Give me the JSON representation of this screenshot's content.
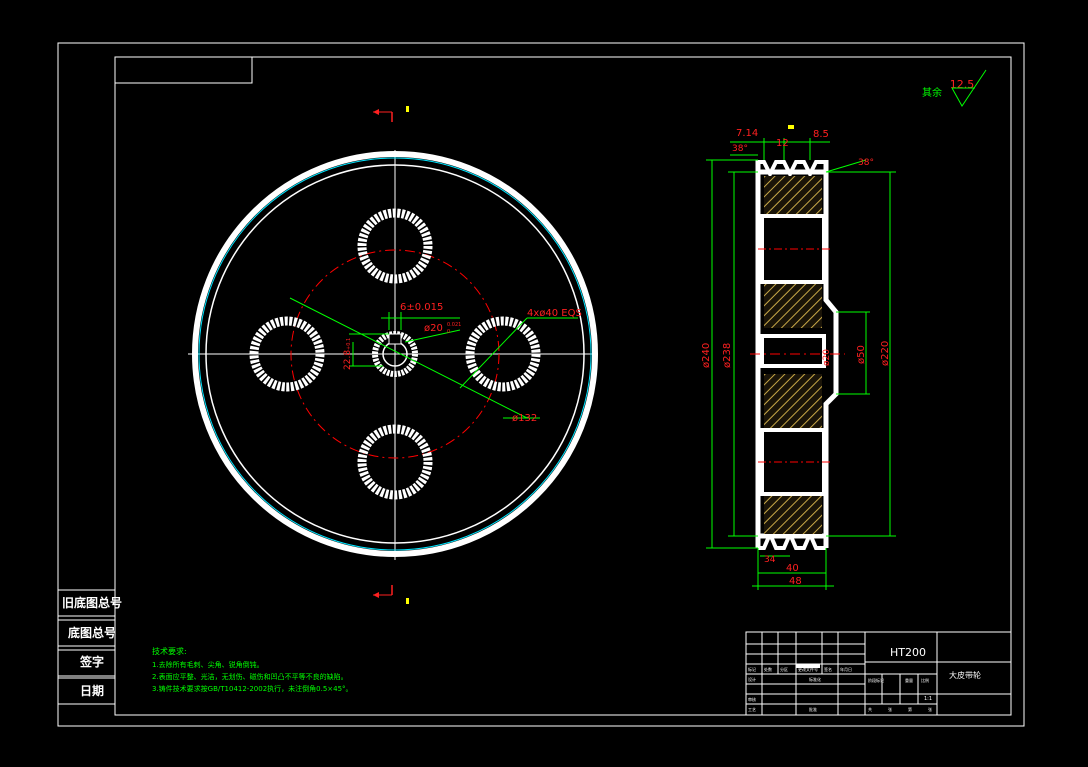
{
  "surface_roughness": {
    "label": "其余",
    "value": "12.5"
  },
  "front_view": {
    "keyway_width": "6±0.015",
    "hole_dim": "ø20",
    "hole_tol_sup": "0.021",
    "hole_tol_sub": "0",
    "keyway_depth": "22.8",
    "keyway_depth_tol": "+0.1",
    "holes_spec": "4xø40 EQS",
    "bolt_circle": "ø132"
  },
  "section_view": {
    "dim_groove_pitch": "7.14",
    "dim_groove_width": "12",
    "dim_groove_top": "8.5",
    "dim_angle_left": "38°",
    "dim_angle_right": "38°",
    "dim_outer": "ø240",
    "dim_pitch": "ø238",
    "dim_bore": "ø20",
    "dim_hub": "ø50",
    "dim_rim_inner": "ø220",
    "dim_face": "40",
    "dim_overall": "48",
    "dim_small": "34"
  },
  "side_labels": {
    "old_drawing_no": "旧底图总号",
    "base_drawing_no": "底图总号",
    "signature": "签字",
    "date": "日期"
  },
  "tech_requirements": {
    "title": "技术要求:",
    "lines": [
      "1.去除所有毛刺、尖角、锐角倒钝。",
      "2.表面应平整、光洁，无划伤、磁伤和凹凸不平等不良的缺陷。",
      "3.铸件技术要求按GB/T10412-2002执行，未注倒角0.5×45°。"
    ]
  },
  "title_block": {
    "material": "HT200",
    "part_name": "大皮带轮",
    "scale": "1:1",
    "row_labels": [
      "设计",
      "",
      "审核",
      "工艺"
    ],
    "col_labels": [
      "标记",
      "处数",
      "分区",
      "更改文件号",
      "签名",
      "年月日"
    ],
    "mid_labels": [
      "标准化",
      "",
      "批准"
    ],
    "right_labels": [
      "阶段标记",
      "重量",
      "比例"
    ],
    "bottom_labels": [
      "共",
      "张",
      "第",
      "张"
    ]
  },
  "colors": {
    "background": "#000000",
    "frame": "#ffffff",
    "dimension": "#00ff00",
    "annotation": "#ff2020",
    "center_line": "#ff0000",
    "hatch": "#c8a848",
    "cyan": "#00e5ff",
    "yellow": "#ffff00"
  }
}
